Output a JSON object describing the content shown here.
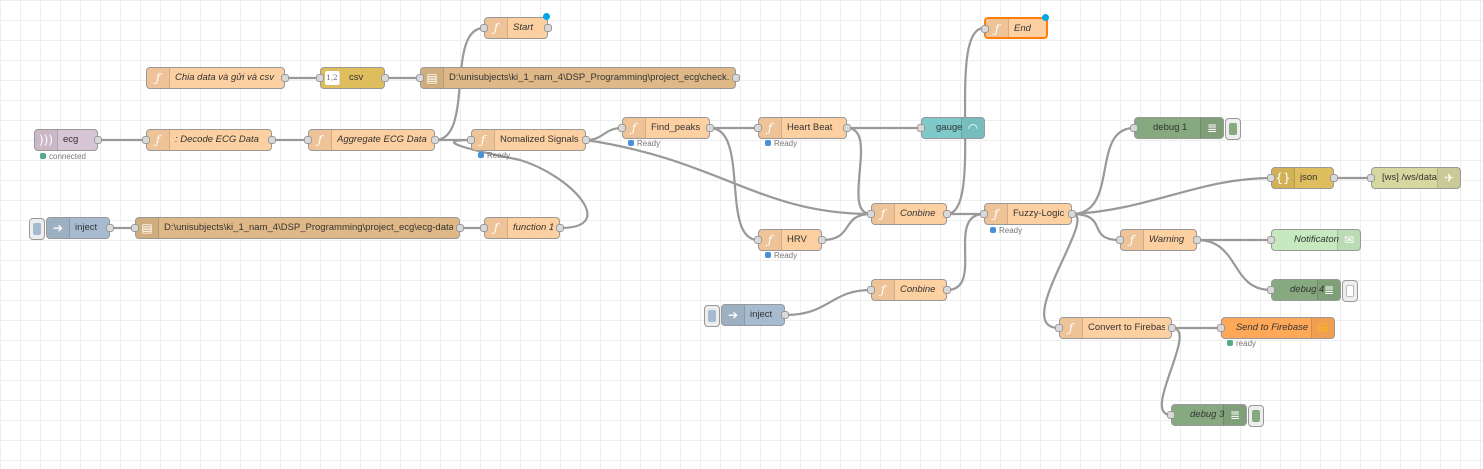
{
  "nodes": {
    "start": "Start",
    "end": "End",
    "chia": "Chia data và gửi và csv",
    "csv": "csv",
    "check_csv": "D:\\unisubjects\\ki_1_nam_4\\DSP_Programming\\project_ecg\\check.csv",
    "ecg": "ecg",
    "decode": ": Decode ECG Data",
    "aggregate": "Aggregate ECG Data",
    "nomalized": "Nomalized Signals",
    "find_peaks": "Find_peaks",
    "heart_beat": "Heart Beat",
    "gauge": "gauge",
    "inject1": "inject",
    "ecg_file": "D:\\unisubjects\\ki_1_nam_4\\DSP_Programming\\project_ecg\\ecg-data.csv",
    "function1": "function 1",
    "hrv": "HRV",
    "conbine1": "Conbine",
    "conbine2": "Conbine",
    "inject2": "inject",
    "fuzzy": "Fuzzy-Logic",
    "debug1": "debug 1",
    "json": "json",
    "ws": "[ws] /ws/data",
    "warning": "Warning",
    "notif": "Notificaton",
    "debug4": "debug 4",
    "convert_fb": "Convert to Firebase",
    "send_fb": "Send to Firebase",
    "debug3": "debug 3"
  },
  "statuses": {
    "ecg": "connected",
    "nomalized": "Ready",
    "find_peaks": "Ready",
    "heart_beat": "Ready",
    "hrv": "Ready",
    "fuzzy": "Ready",
    "send_fb": "ready"
  },
  "colors": {
    "function": "#fdd0a2",
    "file": "#deb887",
    "inject": "#a6bbcf",
    "debug": "#87a980",
    "gauge": "#7ec9ca",
    "json": "#debd5c",
    "websocket": "#d7d7a0",
    "notification": "#c7e9c0",
    "firebase": "#ffa858",
    "selected_border": "#ff7f0e",
    "status_connected": "#5a8",
    "status_ready": "#4a90d9",
    "deploy_dot": "#00a5e3"
  },
  "icons": {
    "function": "function-icon",
    "file": "file-icon",
    "csv": "csv-parser-icon",
    "websocket": "websocket-icon",
    "inject": "inject-arrow-icon",
    "debug": "debug-list-icon",
    "gauge": "gauge-icon",
    "json": "json-braces-icon",
    "notification": "envelope-icon",
    "firebase": "firebase-database-icon",
    "ws_out": "websocket-out-icon"
  }
}
